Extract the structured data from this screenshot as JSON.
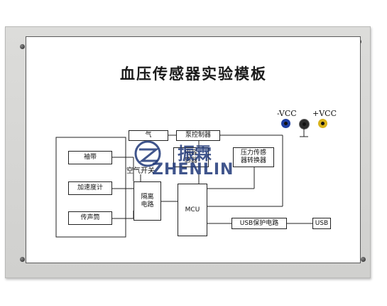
{
  "title": "血压传感器实验模板",
  "power": {
    "neg_label": "-VCC",
    "pos_label": "+VCC",
    "colors": {
      "neg": "#1f3fa0",
      "gnd": "#1a1a1a",
      "pos": "#d8b21a"
    }
  },
  "blocks": {
    "cuff": "袖带",
    "accelerometer": "加速度计",
    "sound_tube": "传声筒",
    "isolation_line1": "隔离",
    "isolation_line2": "电路",
    "mcu": "MCU",
    "pump_ctrl": "泵控制器",
    "air": "气",
    "cap_sensor_line1": "电容",
    "cap_sensor_line2": "感器",
    "pressure_line1": "压力传感",
    "pressure_line2": "器转换器",
    "usb_protect": "USB保护电路",
    "usb": "USB",
    "air_switch": "空气开关"
  },
  "watermark": {
    "cn": "振霖",
    "en": "ZHENLIN"
  }
}
